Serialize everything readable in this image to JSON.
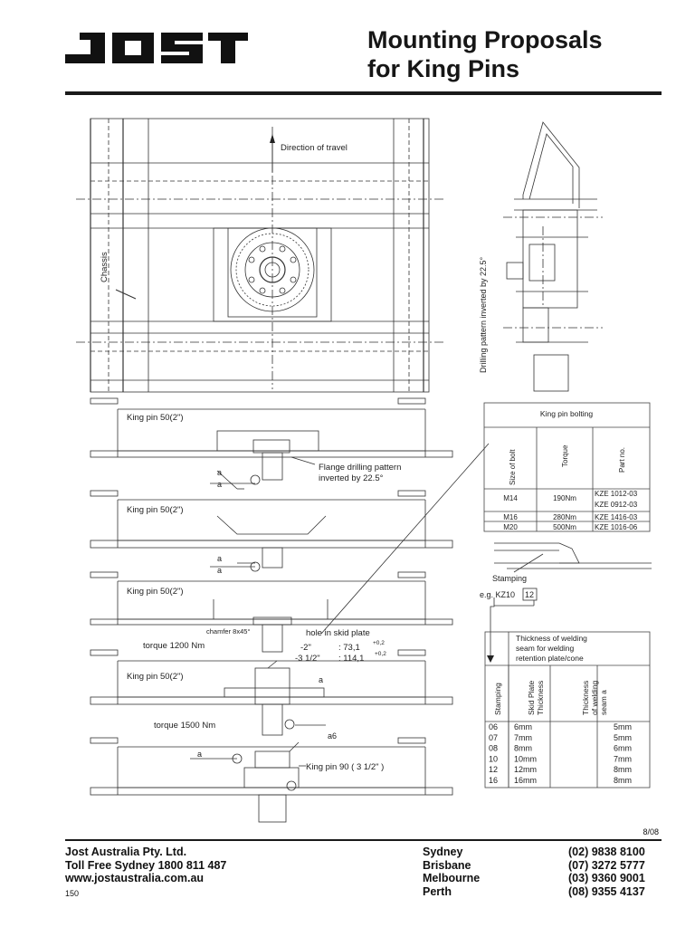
{
  "header": {
    "logo_text": "JOST",
    "title_line1": "Mounting Proposals",
    "title_line2": "for King Pins"
  },
  "drawing": {
    "direction_label": "Direction of travel",
    "chassis_label": "Chassis",
    "drilling_pattern_label": "Drilling pattern inverted by 22.5°",
    "section1": {
      "kingpin_label": "King pin 50(2\")",
      "weld_label_top": "a",
      "weld_label_bottom": "a",
      "callout": [
        "Flange drilling pattern",
        "inverted by 22.5°"
      ]
    },
    "section2": {
      "kingpin_label": "King pin 50(2\")",
      "weld_label_top": "a",
      "weld_label_bottom": "a"
    },
    "section3": {
      "kingpin_label": "King pin 50(2\")",
      "chamfer_label": "chamfer 8x45°",
      "hole_label": "hole in skid plate",
      "torque_label": "torque 1200 Nm",
      "hole_row1_size": "-2\"",
      "hole_row1_value": ": 73,1",
      "hole_row1_tol": "+0,2",
      "hole_row2_size": "-3 1/2\"",
      "hole_row2_value": ": 114,1",
      "hole_row2_tol": "+0,2"
    },
    "section4": {
      "kingpin_label": "King pin 50(2\")",
      "weld_label": "a"
    },
    "section5": {
      "torque_label": "torque 1500 Nm",
      "weld_label_a6": "a6",
      "weld_label": "a",
      "kingpin_label": "King pin 90 ( 3 1/2\" )"
    },
    "stamping_label": "Stamping",
    "stamping_example_prefix": "e.g. KZ10",
    "stamping_example_box": "12"
  },
  "bolting_table": {
    "title": "King pin bolting",
    "headers": [
      "Size of bolt",
      "Torque",
      "Part no."
    ],
    "rows": [
      {
        "size": "M14",
        "torque": "190Nm",
        "part": [
          "KZE 1012-03",
          "KZE 0912-03"
        ]
      },
      {
        "size": "M16",
        "torque": "280Nm",
        "part": [
          "KZE 1416-03"
        ]
      },
      {
        "size": "M20",
        "torque": "500Nm",
        "part": [
          "KZE 1016-06"
        ]
      }
    ]
  },
  "welding_table": {
    "title": [
      "Thickness of welding",
      "seam for welding",
      "retention plate/cone"
    ],
    "headers": [
      [
        "Stamping"
      ],
      [
        "Skid Plate",
        "Thickness"
      ],
      [
        "Thickness",
        "of welding",
        "seam a"
      ]
    ],
    "rows": [
      [
        "06",
        "6mm",
        "5mm"
      ],
      [
        "07",
        "7mm",
        "5mm"
      ],
      [
        "08",
        "8mm",
        "6mm"
      ],
      [
        "10",
        "10mm",
        "7mm"
      ],
      [
        "12",
        "12mm",
        "8mm"
      ],
      [
        "16",
        "16mm",
        "8mm"
      ]
    ]
  },
  "footer": {
    "date": "8/08",
    "company": "Jost Australia Pty. Ltd.",
    "toll_free": "Toll Free Sydney 1800 811 487",
    "website": "www.jostaustralia.com.au",
    "page_number": "150",
    "cities": [
      "Sydney",
      "Brisbane",
      "Melbourne",
      "Perth"
    ],
    "phones": [
      "(02) 9838 8100",
      "(07) 3272 5777",
      "(03) 9360 9001",
      "(08) 9355 4137"
    ]
  }
}
